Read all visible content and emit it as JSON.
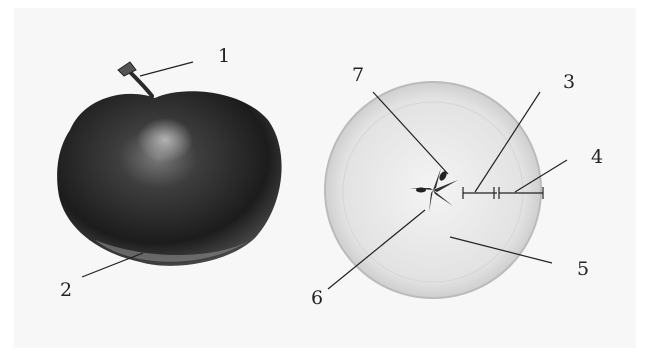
{
  "figure": {
    "labels": [
      {
        "id": "1",
        "text": "1"
      },
      {
        "id": "2",
        "text": "2"
      },
      {
        "id": "3",
        "text": "3"
      },
      {
        "id": "4",
        "text": "4"
      },
      {
        "id": "5",
        "text": "5"
      },
      {
        "id": "6",
        "text": "6"
      },
      {
        "id": "7",
        "text": "7"
      }
    ]
  },
  "colors": {
    "background": "#f7f7f7",
    "apple_skin_dark": "#1a1a1a",
    "apple_skin_mid": "#4a4a4a",
    "flesh": "#e6e6e6",
    "line": "#222222"
  }
}
